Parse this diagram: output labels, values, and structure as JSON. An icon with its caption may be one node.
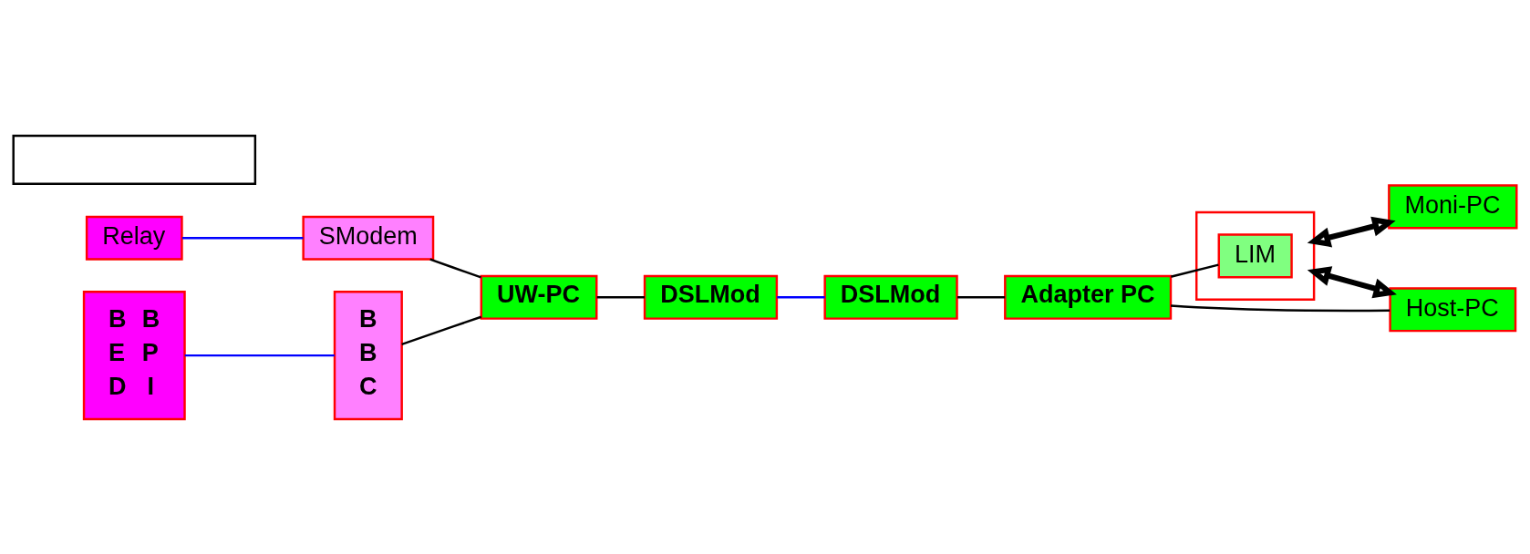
{
  "diagram": {
    "nodes": [
      {
        "text": [
          "Relay"
        ]
      },
      {
        "text": [
          "SModem"
        ]
      },
      {
        "text": [
          "B E D",
          "B P I"
        ]
      },
      {
        "text": [
          "B B C"
        ]
      },
      {
        "text": [
          "UW-PC"
        ]
      },
      {
        "text": [
          "DSLMod"
        ]
      },
      {
        "text": [],
        "shape": "box"
      },
      {
        "text": [
          "LIM"
        ],
        "in": 6
      },
      {
        "text": [
          "Adapter PC"
        ]
      },
      {
        "text": [
          "DSLMod"
        ]
      },
      {
        "text": [
          "Host-PC"
        ]
      },
      {
        "text": [
          "Moni-PC"
        ]
      },
      {
        "text": [],
        "shape": "box"
      }
    ],
    "edges": [
      {
        "from": 0,
        "to": 1,
        "arrow": "none",
        "color": "#0000ff"
      },
      {
        "from": 1,
        "to": 4,
        "arrow": "none"
      },
      {
        "from": 2,
        "to": 3,
        "arrow": "none",
        "color": "#0000ff"
      },
      {
        "from": 3,
        "to": 4,
        "arrow": "none"
      },
      {
        "from": 4,
        "to": 5,
        "arrow": "none"
      },
      {
        "from": 5,
        "to": 9,
        "arrow": "none",
        "color": "#0000ff"
      },
      {
        "from": 9,
        "to": 8,
        "arrow": "none"
      },
      {
        "from": 8,
        "to": 7,
        "arrow": "none"
      },
      {
        "from": 8,
        "to": 10,
        "arrow": "none"
      },
      {
        "from": 6,
        "to": 10,
        "arrow": "both",
        "style": "thick"
      },
      {
        "from": 6,
        "to": 11,
        "arrow": "both",
        "style": "thick"
      }
    ]
  }
}
